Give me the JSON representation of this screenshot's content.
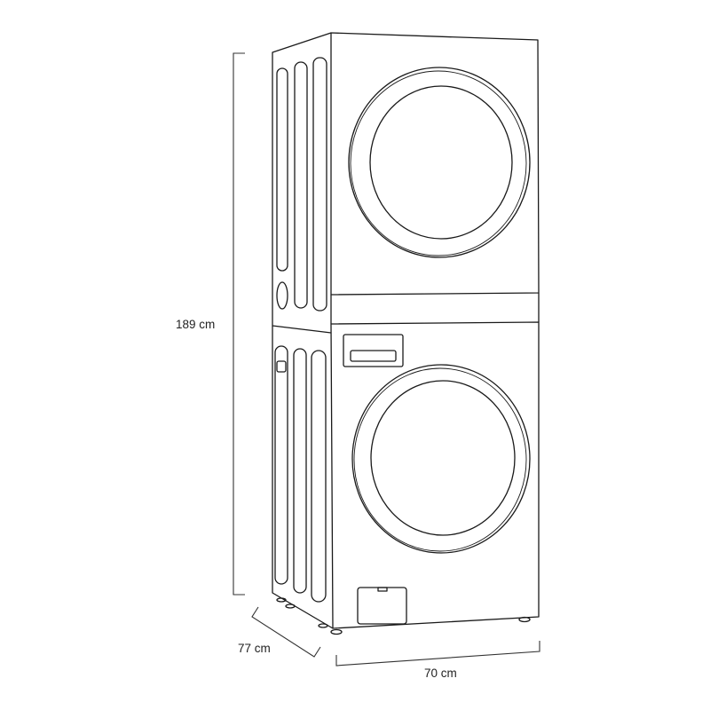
{
  "dimensions": {
    "height": "189 cm",
    "depth": "77 cm",
    "width": "70 cm"
  },
  "colors": {
    "line": "#1a1a1a",
    "background": "#ffffff"
  }
}
